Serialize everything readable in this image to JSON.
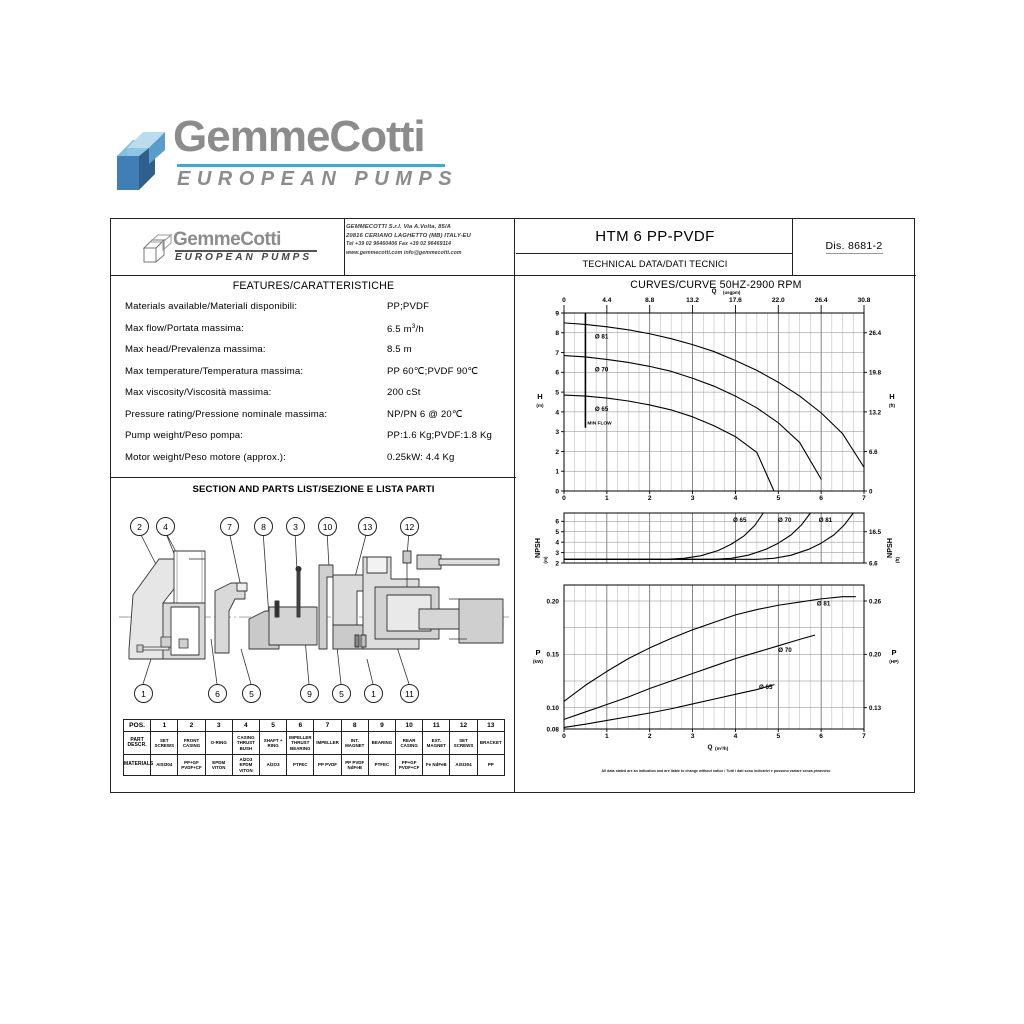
{
  "logo": {
    "word_part1": "Gemme",
    "word_part2": "Cotti",
    "tagline": "EUROPEAN PUMPS",
    "accent_color": "#3ba9dc",
    "text_color": "#8c8c8c"
  },
  "header": {
    "company_lines": [
      "GEMMECOTTI S.r.l. Via A.Volta, 85/A",
      "20816 CERIANO LAGHETTO (MB) ITALY-EU",
      "Tel +39 02 96460406 Fax +39 02 96469114",
      "www.gemmecotti.com  info@gemmecotti.com"
    ],
    "model": "HTM 6 PP-PVDF",
    "subtitle": "TECHNICAL DATA/DATI TECNICI",
    "drawing_label": "Dis.  8681-2"
  },
  "features": {
    "title": "FEATURES/CARATTERISTICHE",
    "rows": [
      {
        "label": "Materials available/Materiali disponibili:",
        "value": "PP;PVDF"
      },
      {
        "label": "Max flow/Portata massima:",
        "value": "6.5 m3/h",
        "value_html": true
      },
      {
        "label": "Max head/Prevalenza massima:",
        "value": "8.5 m"
      },
      {
        "label": "Max temperature/Temperatura massima:",
        "value": "PP 60℃;PVDF 90℃"
      },
      {
        "label": "Max viscosity/Viscosità massima:",
        "value": "200 cSt"
      },
      {
        "label": "Pressure rating/Pressione nominale massima:",
        "value": "NP/PN 6 @ 20℃"
      },
      {
        "label": "Pump weight/Peso pompa:",
        "value": "PP:1.6 Kg;PVDF:1.8 Kg"
      },
      {
        "label": "Motor weight/Peso motore (approx.):",
        "value": "0.25kW:  4.4 Kg"
      }
    ]
  },
  "section": {
    "title": "SECTION AND PARTS LIST/SEZIONE E LISTA PARTI",
    "callouts_top": [
      "2",
      "4",
      "7",
      "8",
      "3",
      "10",
      "13",
      "12"
    ],
    "callouts_bottom": [
      "1",
      "6",
      "5",
      "9",
      "5",
      "1",
      "11"
    ]
  },
  "parts_table": {
    "row_headers": [
      "POS.",
      "PART DESCR.",
      "MATERIALS"
    ],
    "positions": [
      "1",
      "2",
      "3",
      "4",
      "5",
      "6",
      "7",
      "8",
      "9",
      "10",
      "11",
      "12",
      "13"
    ],
    "descriptions": [
      "SET SCREWS",
      "FRONT CASING",
      "O-RING",
      "CASING THRUST BUSH",
      "SHAFT + RING",
      "IMPELLER THRUST BEARING",
      "IMPELLER",
      "INT. MAGNET",
      "BEARING",
      "REAR CASING",
      "EXT. MAGNET",
      "SET SCREWS",
      "BRACKET"
    ],
    "materials": [
      "AISI304",
      "PP+GF PVDF+CF",
      "EPDM VITON",
      "Al2O3 EPDM VITON",
      "Al2O3",
      "PTFEC",
      "PP PVDF",
      "PP PVDF NdFeB",
      "PTFEC",
      "PP+GF PVDF+CF",
      "Fe NdFeB",
      "AISI304",
      "PP"
    ]
  },
  "chart_data": [
    {
      "type": "line",
      "name": "head-curve",
      "title": "CURVES/CURVE 50HZ-2900 RPM",
      "xlabel": "Q (m3/h)",
      "xlabel_top": "Q (usgpm)",
      "ylabel": "H (m)",
      "ylabel_right": "H (ft)",
      "xlim": [
        0,
        7
      ],
      "ylim": [
        0,
        9
      ],
      "xticks": [
        0,
        1,
        2,
        3,
        4,
        5,
        6,
        7
      ],
      "yticks": [
        0,
        1,
        2,
        3,
        4,
        5,
        6,
        7,
        8,
        9
      ],
      "xticks_top": [
        "0",
        "4.4",
        "8.8",
        "13.2",
        "17.6",
        "22.0",
        "26.4",
        "30.8"
      ],
      "yticks_right": [
        "0",
        "6.6",
        "13.2",
        "19.8",
        "26.4"
      ],
      "grid": true,
      "annotation": "MIN FLOW",
      "annotation_x": 0.5,
      "series": [
        {
          "name": "Ø 81",
          "x": [
            0,
            0.5,
            1,
            1.5,
            2,
            2.5,
            3,
            3.5,
            4,
            4.5,
            5,
            5.5,
            6,
            6.5,
            7
          ],
          "y": [
            8.5,
            8.42,
            8.3,
            8.15,
            7.95,
            7.7,
            7.4,
            7.05,
            6.6,
            6.1,
            5.5,
            4.8,
            3.95,
            2.9,
            1.2
          ]
        },
        {
          "name": "Ø 70",
          "x": [
            0,
            0.5,
            1,
            1.5,
            2,
            2.5,
            3,
            3.5,
            4,
            4.5,
            5,
            5.5,
            6
          ],
          "y": [
            6.85,
            6.78,
            6.65,
            6.5,
            6.3,
            6.05,
            5.7,
            5.3,
            4.8,
            4.2,
            3.45,
            2.45,
            0.6
          ]
        },
        {
          "name": "Ø 65",
          "x": [
            0,
            0.5,
            1,
            1.5,
            2,
            2.5,
            3,
            3.5,
            4,
            4.5,
            4.9
          ],
          "y": [
            4.85,
            4.8,
            4.7,
            4.55,
            4.35,
            4.1,
            3.75,
            3.3,
            2.75,
            1.95,
            0.0
          ]
        }
      ]
    },
    {
      "type": "line",
      "name": "npsh-curve",
      "ylabel": "NPSH (m)",
      "ylabel_right": "NPSH (ft)",
      "xlim": [
        0,
        7
      ],
      "ylim": [
        2,
        6.8
      ],
      "yticks": [
        2,
        3,
        4,
        5,
        6
      ],
      "yticks_right": [
        "6.6",
        "16.5"
      ],
      "grid": true,
      "series": [
        {
          "name": "Ø 65",
          "x": [
            0,
            2.4,
            2.8,
            3.2,
            3.6,
            3.9,
            4.2,
            4.45,
            4.65
          ],
          "y": [
            2.35,
            2.35,
            2.45,
            2.7,
            3.2,
            3.8,
            4.6,
            5.6,
            6.8
          ]
        },
        {
          "name": "Ø 70",
          "x": [
            0,
            3.5,
            3.9,
            4.3,
            4.7,
            5.0,
            5.3,
            5.55,
            5.75
          ],
          "y": [
            2.35,
            2.35,
            2.45,
            2.75,
            3.3,
            3.9,
            4.7,
            5.7,
            6.8
          ]
        },
        {
          "name": "Ø 81",
          "x": [
            0,
            4.5,
            4.9,
            5.3,
            5.7,
            6.0,
            6.3,
            6.55,
            6.75
          ],
          "y": [
            2.35,
            2.35,
            2.45,
            2.75,
            3.3,
            3.9,
            4.7,
            5.7,
            6.8
          ]
        }
      ]
    },
    {
      "type": "line",
      "name": "power-curve",
      "xlabel": "Q (m3/h)",
      "ylabel": "P (kW)",
      "ylabel_right": "P (HP)",
      "xlim": [
        0,
        7
      ],
      "ylim": [
        0.08,
        0.215
      ],
      "xticks": [
        0,
        1,
        2,
        3,
        4,
        5,
        6,
        7
      ],
      "yticks": [
        "0.08",
        "0.10",
        "0.15",
        "0.20"
      ],
      "yticks_right": [
        "0.13",
        "0.20",
        "0.26"
      ],
      "grid": true,
      "series": [
        {
          "name": "Ø 81",
          "x": [
            0,
            0.5,
            1,
            1.5,
            2,
            2.5,
            3,
            3.5,
            4,
            4.5,
            5,
            5.5,
            6,
            6.5,
            6.8
          ],
          "y": [
            0.106,
            0.121,
            0.134,
            0.146,
            0.156,
            0.165,
            0.173,
            0.18,
            0.187,
            0.192,
            0.196,
            0.199,
            0.202,
            0.204,
            0.204
          ]
        },
        {
          "name": "Ø 70",
          "x": [
            0,
            0.5,
            1,
            1.5,
            2,
            2.5,
            3,
            3.5,
            4,
            4.5,
            5,
            5.5,
            5.85
          ],
          "y": [
            0.089,
            0.096,
            0.103,
            0.11,
            0.118,
            0.125,
            0.132,
            0.139,
            0.146,
            0.152,
            0.158,
            0.164,
            0.168
          ]
        },
        {
          "name": "Ø 65",
          "x": [
            0,
            0.5,
            1,
            1.5,
            2,
            2.5,
            3,
            3.5,
            4,
            4.5,
            4.9
          ],
          "y": [
            0.0815,
            0.0845,
            0.088,
            0.0915,
            0.095,
            0.099,
            0.1035,
            0.108,
            0.1125,
            0.117,
            0.1215
          ]
        }
      ]
    }
  ],
  "footnote": "All data stated are an indication and are liable to change without notice  /  Tutti i dati sono indicativi e possono variare senza preavviso"
}
